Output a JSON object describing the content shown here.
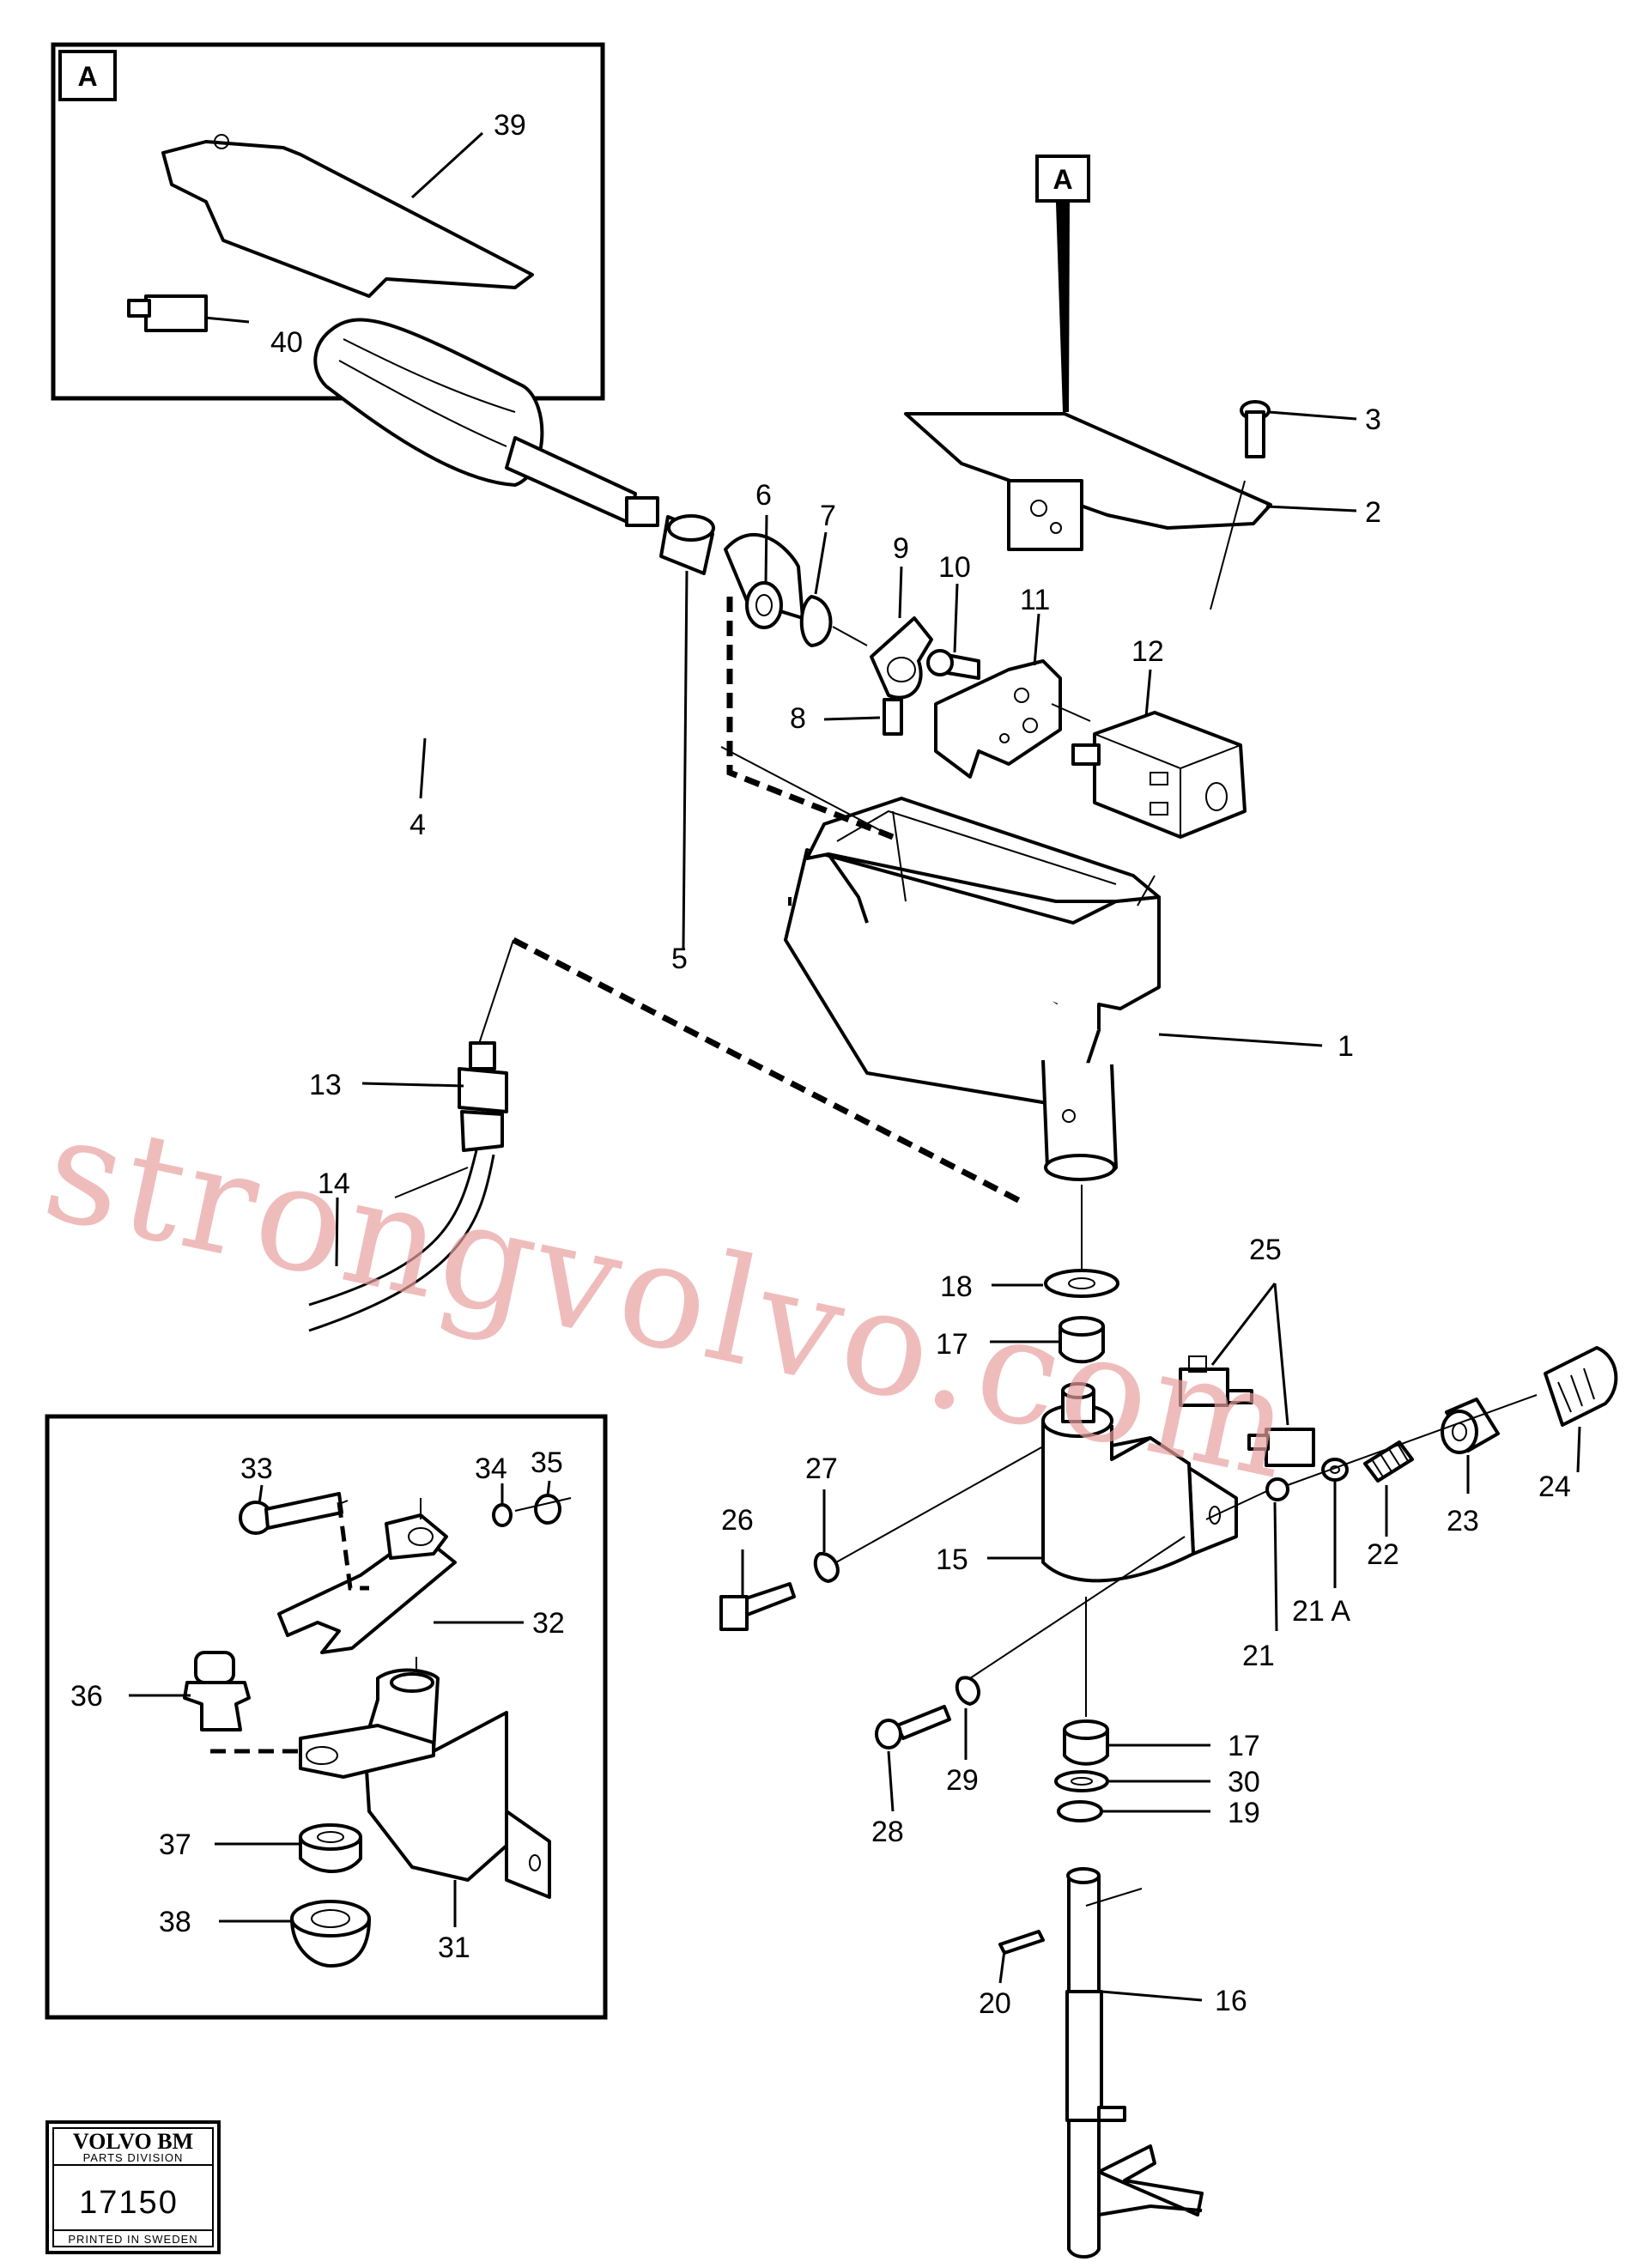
{
  "detail_box_a_label": "A",
  "pointer_label": "A",
  "parts": {
    "p1": "1",
    "p2": "2",
    "p3": "3",
    "p4": "4",
    "p5": "5",
    "p6": "6",
    "p7": "7",
    "p8": "8",
    "p9": "9",
    "p10": "10",
    "p11": "11",
    "p12": "12",
    "p13": "13",
    "p14": "14",
    "p15": "15",
    "p16": "16",
    "p17a": "17",
    "p17b": "17",
    "p18": "18",
    "p19": "19",
    "p20": "20",
    "p21": "21",
    "p21a": "21 A",
    "p22": "22",
    "p23": "23",
    "p24": "24",
    "p25": "25",
    "p26": "26",
    "p27": "27",
    "p28": "28",
    "p29": "29",
    "p30": "30",
    "p31": "31",
    "p32": "32",
    "p33": "33",
    "p34": "34",
    "p35": "35",
    "p36": "36",
    "p37": "37",
    "p38": "38",
    "p39": "39",
    "p40": "40"
  },
  "watermark": "strongvolvo.com",
  "title_block": {
    "brand": "VOLVO BM",
    "division": "PARTS DIVISION",
    "number": "17150",
    "printed": "PRINTED IN SWEDEN"
  }
}
